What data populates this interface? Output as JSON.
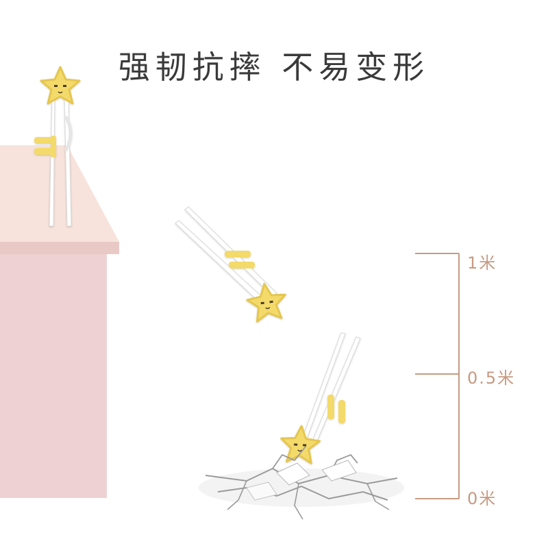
{
  "headline": "强韧抗摔 不易变形",
  "scale": {
    "labels": [
      "1米",
      "0.5米",
      "0米"
    ],
    "color": "#c69a82"
  },
  "colors": {
    "star": "#f3da6a",
    "star_shadow": "#e5c64f",
    "chopstick": "#ffffff",
    "table_top": "#f7e3dc",
    "table_side": "#efd0cf",
    "crack": "#9a9a9a"
  },
  "icons": [
    "star-face-icon",
    "chopstick-icon",
    "cracked-ground-icon"
  ]
}
